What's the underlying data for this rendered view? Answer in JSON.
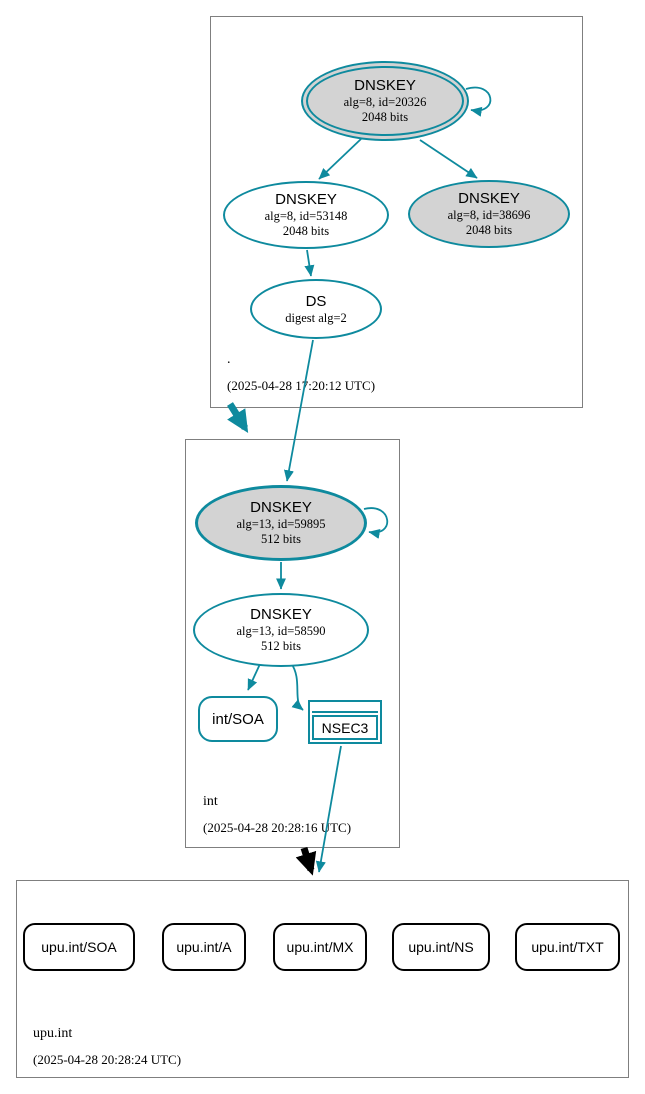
{
  "diagram": {
    "colors": {
      "teal": "#0e8a9e",
      "node_fill_gray": "#d3d3d3",
      "node_fill_white": "#ffffff",
      "box_border": "#7f7f7f",
      "black_arrow": "#000000"
    },
    "zones": {
      "root": {
        "label": ".",
        "timestamp": "(2025-04-28 17:20:12 UTC)",
        "nodes": {
          "ksk": {
            "title": "DNSKEY",
            "detail": "alg=8, id=20326",
            "bits": "2048 bits"
          },
          "zsk": {
            "title": "DNSKEY",
            "detail": "alg=8, id=53148",
            "bits": "2048 bits"
          },
          "dnskey_38696": {
            "title": "DNSKEY",
            "detail": "alg=8, id=38696",
            "bits": "2048 bits"
          },
          "ds": {
            "title": "DS",
            "detail": "digest alg=2"
          }
        }
      },
      "int": {
        "label": "int",
        "timestamp": "(2025-04-28 20:28:16 UTC)",
        "nodes": {
          "ksk": {
            "title": "DNSKEY",
            "detail": "alg=13, id=59895",
            "bits": "512 bits"
          },
          "zsk": {
            "title": "DNSKEY",
            "detail": "alg=13, id=58590",
            "bits": "512 bits"
          },
          "soa": {
            "label": "int/SOA"
          },
          "nsec3": {
            "label": "NSEC3"
          }
        }
      },
      "upu": {
        "label": "upu.int",
        "timestamp": "(2025-04-28 20:28:24 UTC)",
        "rrsets": [
          {
            "label": "upu.int/SOA"
          },
          {
            "label": "upu.int/A"
          },
          {
            "label": "upu.int/MX"
          },
          {
            "label": "upu.int/NS"
          },
          {
            "label": "upu.int/TXT"
          }
        ]
      }
    }
  }
}
